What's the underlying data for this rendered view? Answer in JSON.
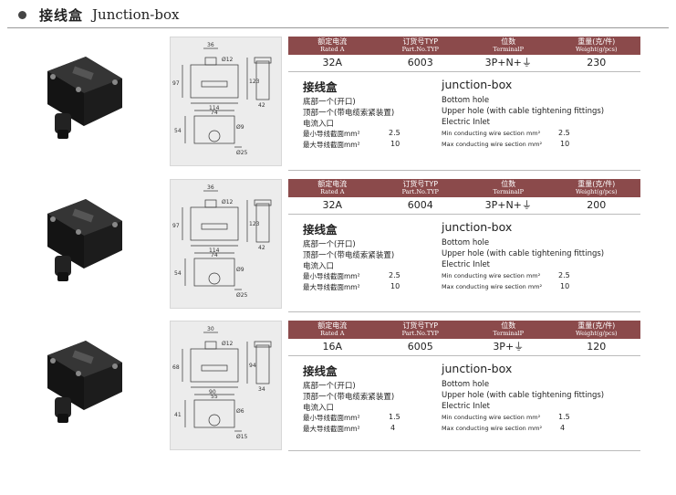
{
  "header": {
    "title_cn": "接线盒",
    "title_en": "Junction-box"
  },
  "spec_headers": [
    {
      "cn": "额定电流",
      "en": "Rated A"
    },
    {
      "cn": "订货号TYP",
      "en": "Part.No.TYP"
    },
    {
      "cn": "位数",
      "en": "TerminalP"
    },
    {
      "cn": "重量(克/件)",
      "en": "Weight(g/pcs)"
    }
  ],
  "desc": {
    "title_cn": "接线盒",
    "title_en": "junction-box",
    "bottom_cn": "底部一个(开口)",
    "bottom_en": "Bottom hole",
    "upper_cn": "顶部一个(带电缆索紧装置)",
    "upper_en": "Upper hole (with cable tightening fittings)",
    "inlet_cn": "电流入口",
    "inlet_en": "Electric Inlet",
    "min_cn": "最小导线截面mm²",
    "max_cn": "最大导线截面mm²",
    "min_en": "Min conducting wire section mm²",
    "max_en": "Max conducting wire section mm²"
  },
  "products": [
    {
      "rated": "32A",
      "part": "6003",
      "terminal": "3P+N+⏚",
      "weight": "230",
      "min_section": "2.5",
      "max_section": "10",
      "dims": {
        "top": "36",
        "d1": "Ø12",
        "width": "114",
        "height": "97",
        "side_h": "123",
        "side_w": "42",
        "b_width": "74",
        "b_height": "54",
        "b_d": "Ø9",
        "b_d2": "Ø25"
      }
    },
    {
      "rated": "32A",
      "part": "6004",
      "terminal": "3P+N+⏚",
      "weight": "200",
      "min_section": "2.5",
      "max_section": "10",
      "dims": {
        "top": "36",
        "d1": "Ø12",
        "width": "114",
        "height": "97",
        "side_h": "123",
        "side_w": "42",
        "b_width": "74",
        "b_height": "54",
        "b_d": "Ø9",
        "b_d2": "Ø25"
      }
    },
    {
      "rated": "16A",
      "part": "6005",
      "terminal": "3P+⏚",
      "weight": "120",
      "min_section": "1.5",
      "max_section": "4",
      "dims": {
        "top": "30",
        "d1": "Ø12",
        "width": "90",
        "height": "68",
        "side_h": "94",
        "side_w": "34",
        "b_width": "55",
        "b_height": "41",
        "b_d": "Ø6",
        "b_d2": "Ø15"
      }
    }
  ]
}
